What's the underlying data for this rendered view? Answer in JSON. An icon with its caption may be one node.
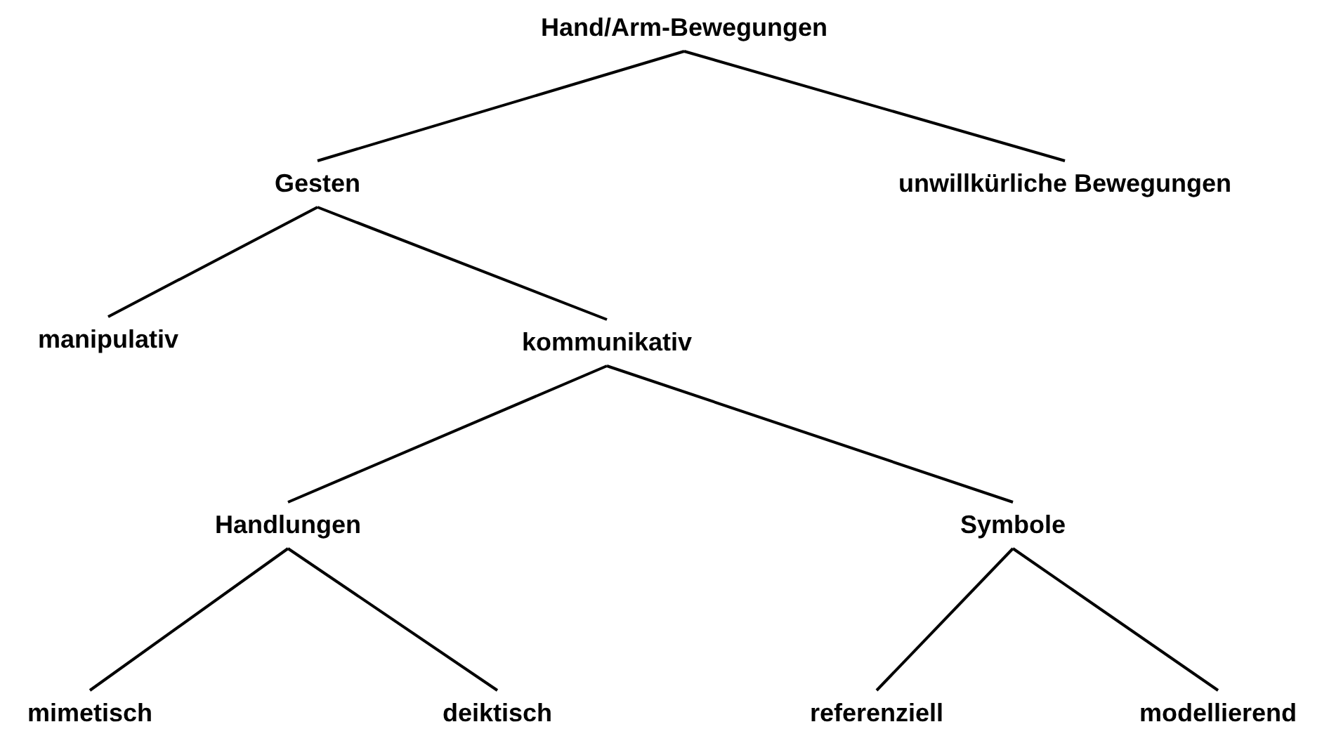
{
  "diagram": {
    "nodes": [
      {
        "text": [
          "Hand/Arm-Bewegungen"
        ]
      },
      {
        "text": [
          "Gesten"
        ]
      },
      {
        "text": [
          "unwillkürliche Bewegungen"
        ]
      },
      {
        "text": [
          "manipulativ"
        ]
      },
      {
        "text": [
          "kommunikativ"
        ]
      },
      {
        "text": [
          "Handlungen"
        ]
      },
      {
        "text": [
          "Symbole"
        ]
      },
      {
        "text": [
          "mimetisch"
        ]
      },
      {
        "text": [
          "deiktisch"
        ]
      },
      {
        "text": [
          "referenziell"
        ]
      },
      {
        "text": [
          "modellierend"
        ]
      }
    ],
    "edges": [
      {
        "from": 0,
        "to": 1,
        "arrow": "none"
      },
      {
        "from": 0,
        "to": 2,
        "arrow": "none"
      },
      {
        "from": 1,
        "to": 3,
        "arrow": "none"
      },
      {
        "from": 1,
        "to": 4,
        "arrow": "none"
      },
      {
        "from": 4,
        "to": 5,
        "arrow": "none"
      },
      {
        "from": 4,
        "to": 6,
        "arrow": "none"
      },
      {
        "from": 5,
        "to": 7,
        "arrow": "none"
      },
      {
        "from": 5,
        "to": 8,
        "arrow": "none"
      },
      {
        "from": 6,
        "to": 9,
        "arrow": "none"
      },
      {
        "from": 6,
        "to": 10,
        "arrow": "none"
      }
    ]
  }
}
